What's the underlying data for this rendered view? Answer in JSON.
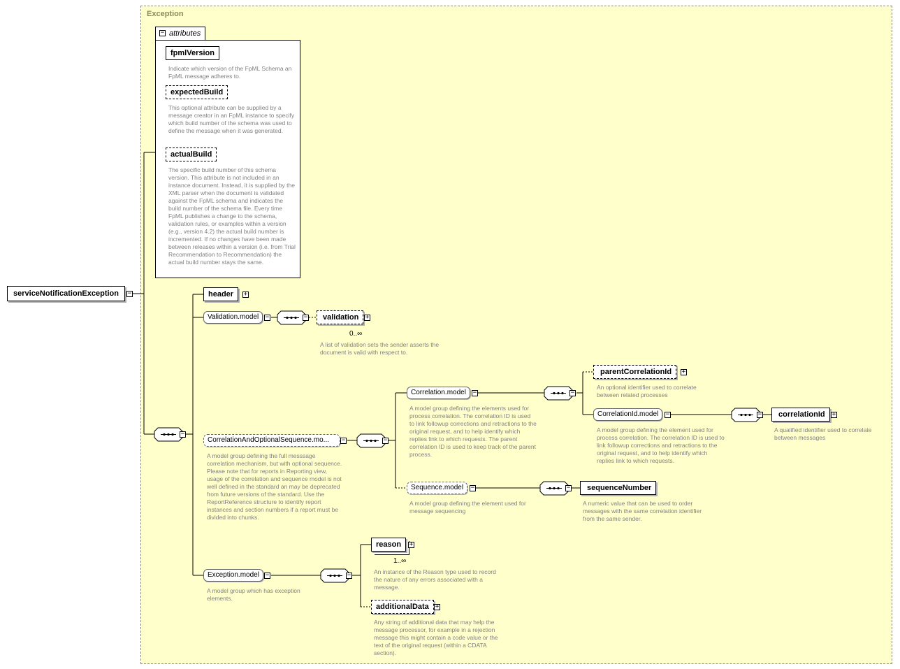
{
  "root": {
    "label": "serviceNotificationException"
  },
  "type_box": {
    "title": "Exception"
  },
  "attributes": {
    "tab_label": "attributes",
    "items": [
      {
        "name": "fpmlVersion",
        "desc": "Indicate which version of the FpML Schema an FpML message adheres to."
      },
      {
        "name": "expectedBuild",
        "desc": "This optional attribute can be supplied by a message creator in an FpML instance to specify which build number of the schema was used to define the message when it was generated."
      },
      {
        "name": "actualBuild",
        "desc": "The specific build number of this schema version. This attribute is not included in an instance document. Instead, it is supplied by the XML parser when the document is validated against the FpML schema and indicates the build number of the schema file. Every time FpML publishes a change to the schema, validation rules, or examples within a version (e.g., version 4.2) the actual build number is incremented. If no changes have been made between releases within a version (i.e. from Trial Recommendation to Recommendation) the actual build number stays the same."
      }
    ]
  },
  "nodes": {
    "header": {
      "label": "header"
    },
    "validation_model": {
      "label": "Validation.model"
    },
    "validation": {
      "label": "validation",
      "card": "0..∞",
      "desc": "A list of validation sets the sender asserts the document is valid with respect to."
    },
    "corr_opt_seq": {
      "label": "CorrelationAndOptionalSequence.mo...",
      "desc": "A model group defining the full messsage correlation mechanism, but with optional sequence. Please note that for reports in Reporting view, usage of the correlation and sequence model is not well defined in the standard an may be deprecated from future versions of the standard. Use the ReportReference structure to identify report instances and section numbers if a report must be divided into chunks."
    },
    "correlation_model": {
      "label": "Correlation.model",
      "desc": "A model group defining the elements used for process correlation. The correlation ID is used to link followup corrections and retractions to the original request, and to help identify which replies link to which requests. The parent correlation ID is used to keep track of the parent process."
    },
    "parent_correlation_id": {
      "label": "parentCorrelationId",
      "desc": "An optional identifier used to correlate between related processes"
    },
    "correlation_id_model": {
      "label": "CorrelationId.model",
      "desc": "A model group defining the element used for process correlation. The correlation ID is used to link followup corrections and retractions to the original request, and to help identify which replies link to which requests."
    },
    "correlation_id": {
      "label": "correlationId",
      "desc": "A qualified identifier used to correlate between messages"
    },
    "sequence_model": {
      "label": "Sequence.model",
      "desc": "A model group defining the element used for message sequencing"
    },
    "sequence_number": {
      "label": "sequenceNumber",
      "desc": "A numeric value that can be used to order messages with the same correlation identifier from the same sender."
    },
    "exception_model": {
      "label": "Exception.model",
      "desc": "A model group which has exception elements."
    },
    "reason": {
      "label": "reason",
      "card": "1..∞",
      "desc": "An instance of the Reason type used to record the nature of any errors associated with a message."
    },
    "additional_data": {
      "label": "additionalData",
      "desc": "Any string of additional data that may help the message processor, for example in a rejection message this might contain a code value or the text of the original request (within a CDATA section)."
    }
  }
}
